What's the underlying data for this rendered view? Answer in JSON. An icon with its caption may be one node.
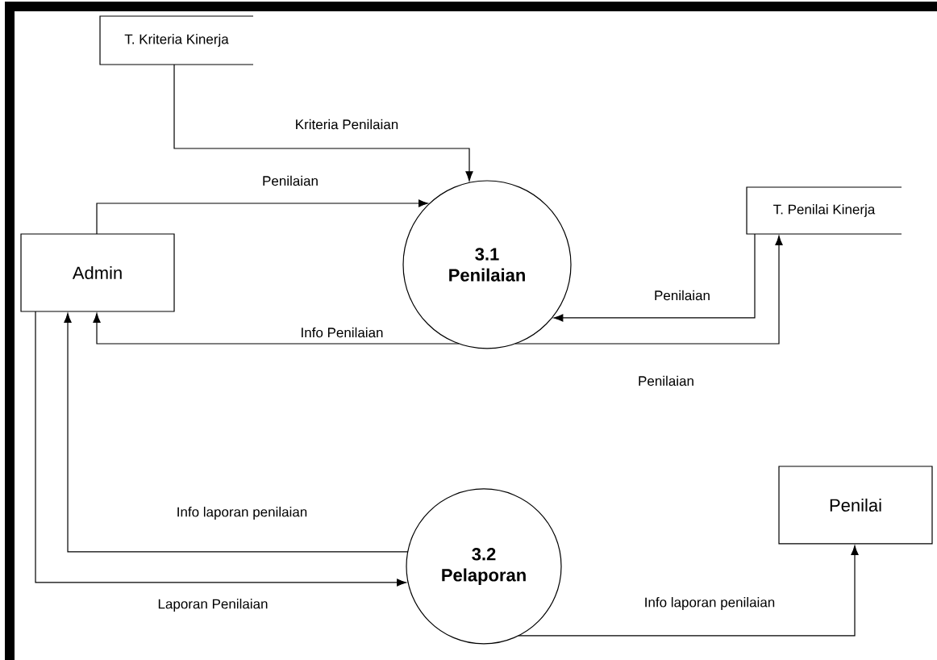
{
  "diagram": {
    "nodes": [
      {
        "text": [
          "T. Kriteria Kinerja"
        ]
      },
      {
        "text": [
          "Admin"
        ]
      },
      {
        "text": [
          "3.1",
          "Penilaian"
        ]
      },
      {
        "text": [
          "T. Penilai Kinerja"
        ]
      },
      {
        "text": [
          "3.2",
          "Pelaporan"
        ]
      },
      {
        "text": [
          "Penilai"
        ]
      }
    ],
    "edges": [
      {
        "from": 0,
        "to": 2,
        "arrow": "to",
        "label": "Kriteria Penilaian"
      },
      {
        "from": 1,
        "to": 2,
        "arrow": "to",
        "label": "Penilaian"
      },
      {
        "from": 2,
        "to": 1,
        "arrow": "to",
        "label": "Info Penilaian"
      },
      {
        "from": 3,
        "to": 2,
        "arrow": "to",
        "label": "Penilaian"
      },
      {
        "from": 2,
        "to": 3,
        "arrow": "to",
        "label": "Penilaian"
      },
      {
        "from": 4,
        "to": 1,
        "arrow": "to",
        "label": "Info laporan penilaian"
      },
      {
        "from": 1,
        "to": 4,
        "arrow": "to",
        "label": "Laporan Penilaian"
      },
      {
        "from": 4,
        "to": 5,
        "arrow": "to",
        "label": "Info laporan penilaian"
      }
    ]
  }
}
